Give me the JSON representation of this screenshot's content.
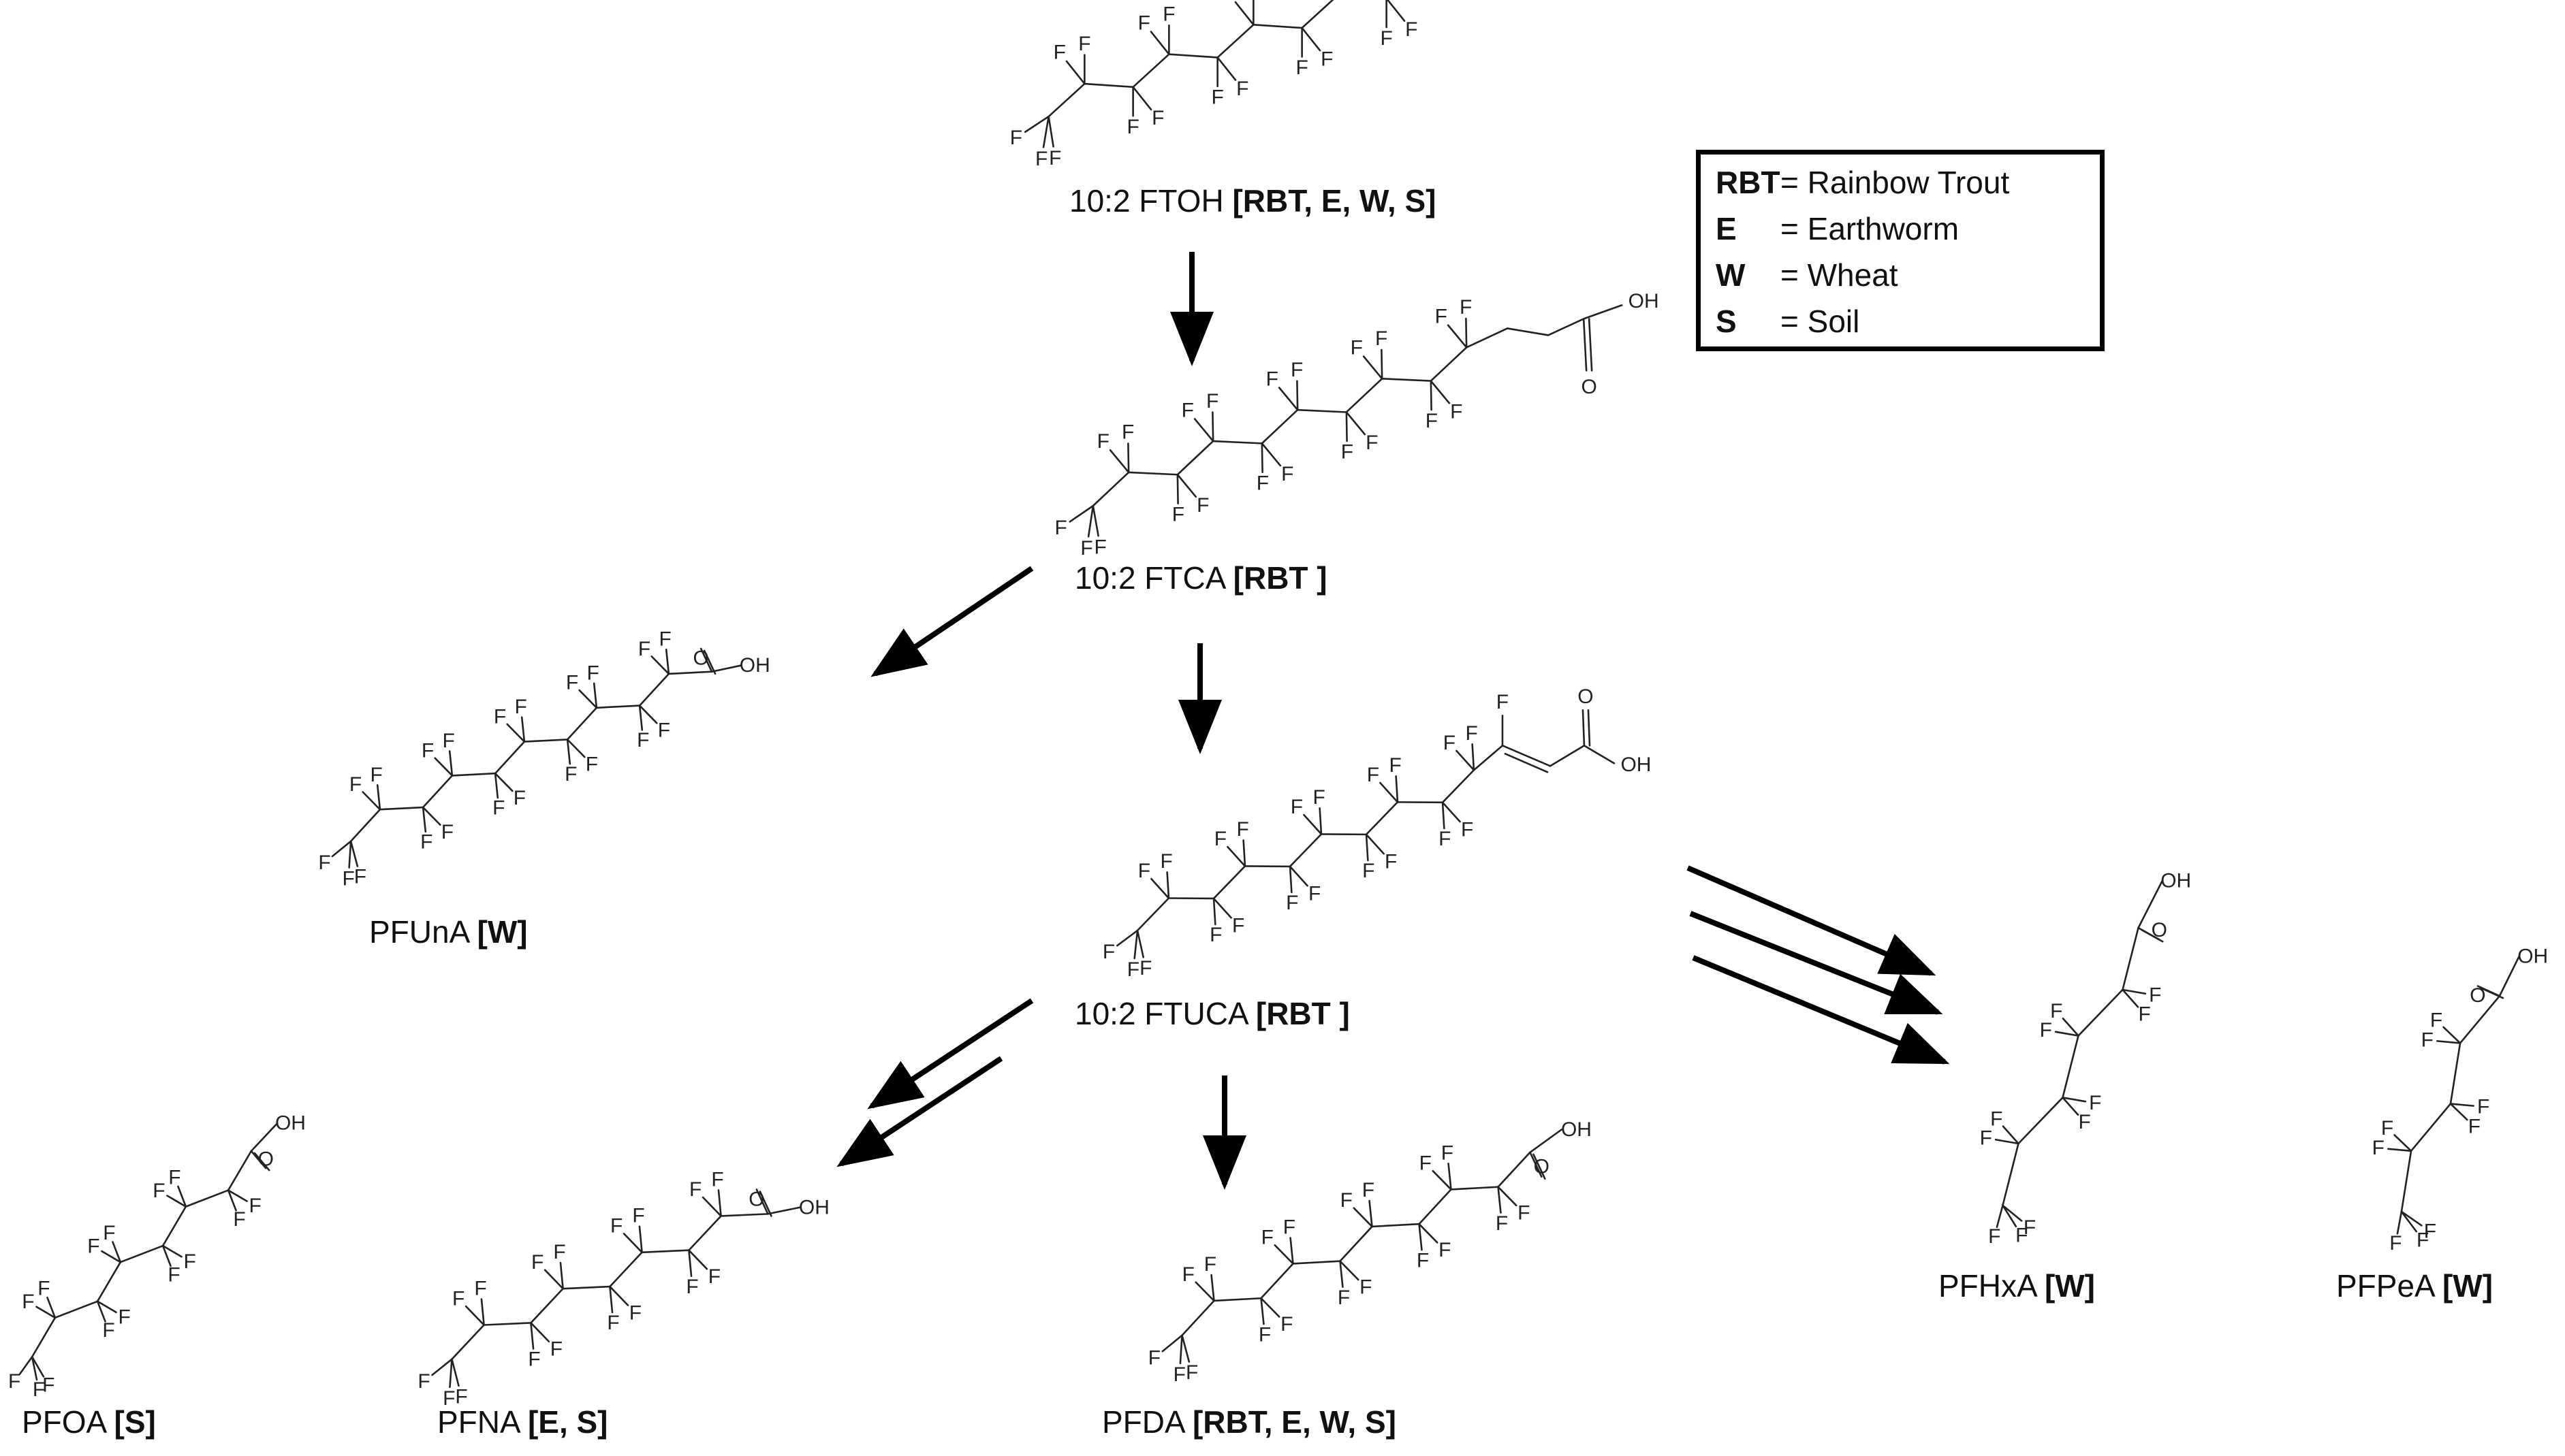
{
  "legend": {
    "rows": [
      {
        "abbr": "RBT",
        "desc": "= Rainbow Trout"
      },
      {
        "abbr": "E",
        "desc": "= Earthworm"
      },
      {
        "abbr": "W",
        "desc": "= Wheat"
      },
      {
        "abbr": "S",
        "desc": "= Soil"
      }
    ]
  },
  "compounds": {
    "ftoh": {
      "name": "10:2 FTOH",
      "tag": "[RBT, E, W, S]"
    },
    "ftca": {
      "name": "10:2 FTCA",
      "tag": "[RBT ]"
    },
    "ftuca": {
      "name": "10:2 FTUCA",
      "tag": "[RBT ]"
    },
    "pfuna": {
      "name": "PFUnA",
      "tag": "[W]"
    },
    "pfoa": {
      "name": "PFOA",
      "tag": "[S]"
    },
    "pfna": {
      "name": "PFNA",
      "tag": "[E, S]"
    },
    "pfda": {
      "name": "PFDA",
      "tag": "[RBT, E, W, S]"
    },
    "pfhxa": {
      "name": "PFHxA",
      "tag": "[W]"
    },
    "pfpea": {
      "name": "PFPeA",
      "tag": "[W]"
    }
  },
  "atoms": {
    "fluorine": "F",
    "hydroxyl": "OH",
    "oxygen": "O"
  },
  "arrows": [
    {
      "from": "ftoh",
      "to": "ftca"
    },
    {
      "from": "ftca",
      "to": "pfuna"
    },
    {
      "from": "ftca",
      "to": "ftuca"
    },
    {
      "from": "ftuca",
      "to": "pfna"
    },
    {
      "from": "ftuca",
      "to": "pfna"
    },
    {
      "from": "ftuca",
      "to": "pfda"
    },
    {
      "from": "ftuca",
      "to": "pfhxa"
    },
    {
      "from": "ftuca",
      "to": "pfhxa"
    },
    {
      "from": "ftuca",
      "to": "pfhxa"
    }
  ]
}
